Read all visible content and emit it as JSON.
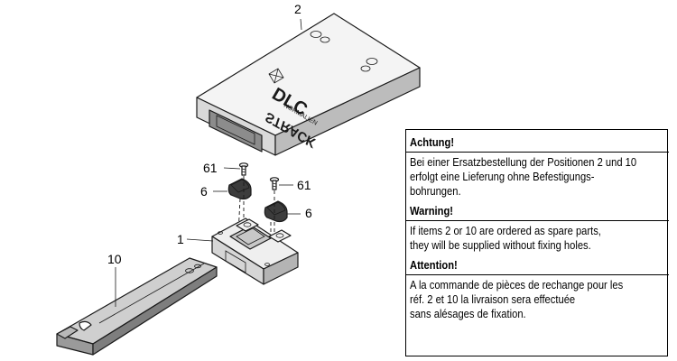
{
  "callouts": {
    "part_2": "2",
    "part_61_left": "61",
    "part_61_right": "61",
    "part_6_left": "6",
    "part_6_right": "6",
    "part_1": "1",
    "part_10": "10"
  },
  "cover_plate": {
    "brand": "STRACK",
    "brand_sub": "NORMALIEN",
    "marking": "DLC"
  },
  "notice": {
    "sections": [
      {
        "heading": "Achtung!",
        "lines": [
          "Bei einer Ersatzbestellung der Positionen 2  und 10",
          "erfolgt eine Lieferung ohne Befestigungs-",
          "bohrungen."
        ]
      },
      {
        "heading": "Warning!",
        "lines": [
          "If items 2  or 10 are ordered as spare parts,",
          "they will be supplied without fixing holes."
        ]
      },
      {
        "heading": "Attention!",
        "lines": [
          "A la commande de pièces de rechange pour les",
          "réf. 2 et 10 la livraison sera effectuée",
          "sans alésages de fixation."
        ]
      }
    ]
  },
  "colors": {
    "line": "#1a1a1a",
    "part_light": "#f2f2f2",
    "part_mid": "#d4d4d4",
    "part_dark": "#a8a8a8",
    "slide_face": "#bdbdbd",
    "slide_dark": "#7a7a7a",
    "insert": "#3c3c3c"
  }
}
